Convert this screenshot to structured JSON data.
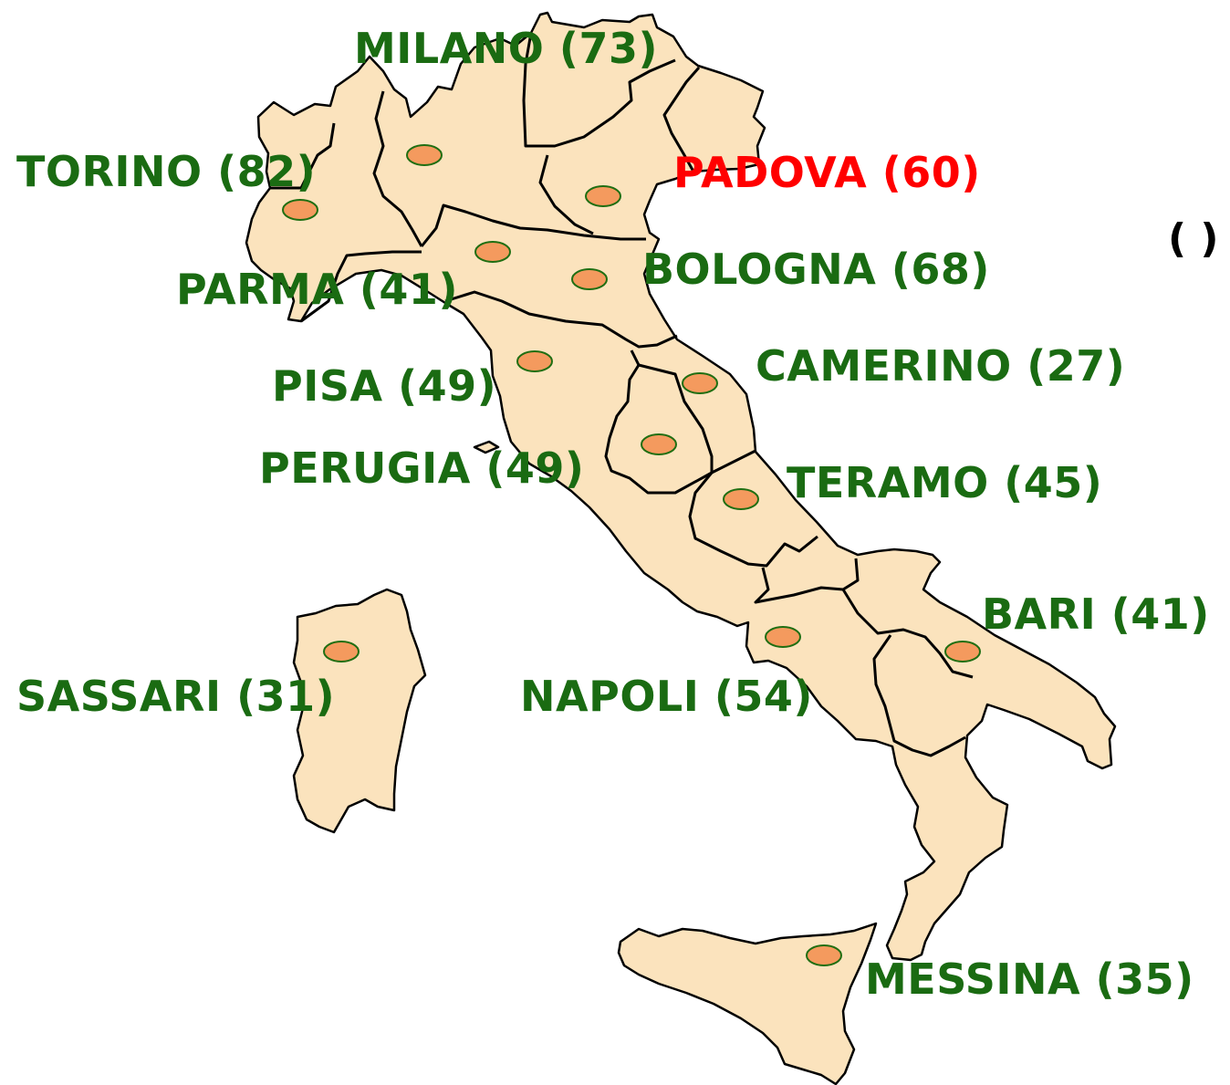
{
  "colors": {
    "land": "#fbe3bd",
    "marker_fill": "#f49a5e",
    "marker_stroke": "#1f6e12",
    "label_default": "#1a6b12",
    "label_highlight": "#ff0000",
    "corner_mark": "#000000"
  },
  "corner_mark": "( )",
  "cities": [
    {
      "id": "milano",
      "label": "MILANO (73)",
      "highlight": false
    },
    {
      "id": "torino",
      "label": "TORINO (82)",
      "highlight": false
    },
    {
      "id": "padova",
      "label": "PADOVA (60)",
      "highlight": true
    },
    {
      "id": "bologna",
      "label": "BOLOGNA (68)",
      "highlight": false
    },
    {
      "id": "parma",
      "label": "PARMA (41)",
      "highlight": false
    },
    {
      "id": "camerino",
      "label": "CAMERINO (27)",
      "highlight": false
    },
    {
      "id": "pisa",
      "label": "PISA (49)",
      "highlight": false
    },
    {
      "id": "perugia",
      "label": "PERUGIA (49)",
      "highlight": false
    },
    {
      "id": "teramo",
      "label": "TERAMO (45)",
      "highlight": false
    },
    {
      "id": "bari",
      "label": "BARI (41)",
      "highlight": false
    },
    {
      "id": "sassari",
      "label": "SASSARI (31)",
      "highlight": false
    },
    {
      "id": "napoli",
      "label": "NAPOLI (54)",
      "highlight": false
    },
    {
      "id": "messina",
      "label": "MESSINA (35)",
      "highlight": false
    }
  ]
}
